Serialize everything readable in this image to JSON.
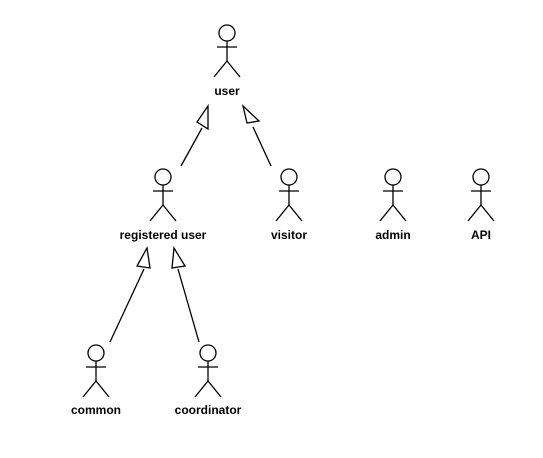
{
  "diagram": {
    "actors": [
      {
        "id": "user",
        "label": "user"
      },
      {
        "id": "registered_user",
        "label": "registered user"
      },
      {
        "id": "visitor",
        "label": "visitor"
      },
      {
        "id": "admin",
        "label": "admin"
      },
      {
        "id": "api",
        "label": "API"
      },
      {
        "id": "common",
        "label": "common"
      },
      {
        "id": "coordinator",
        "label": "coordinator"
      }
    ],
    "generalizations": [
      {
        "from": "registered_user",
        "to": "user"
      },
      {
        "from": "visitor",
        "to": "user"
      },
      {
        "from": "common",
        "to": "registered_user"
      },
      {
        "from": "coordinator",
        "to": "registered_user"
      }
    ],
    "colors": {
      "stroke": "#000000",
      "background": "#ffffff"
    }
  }
}
